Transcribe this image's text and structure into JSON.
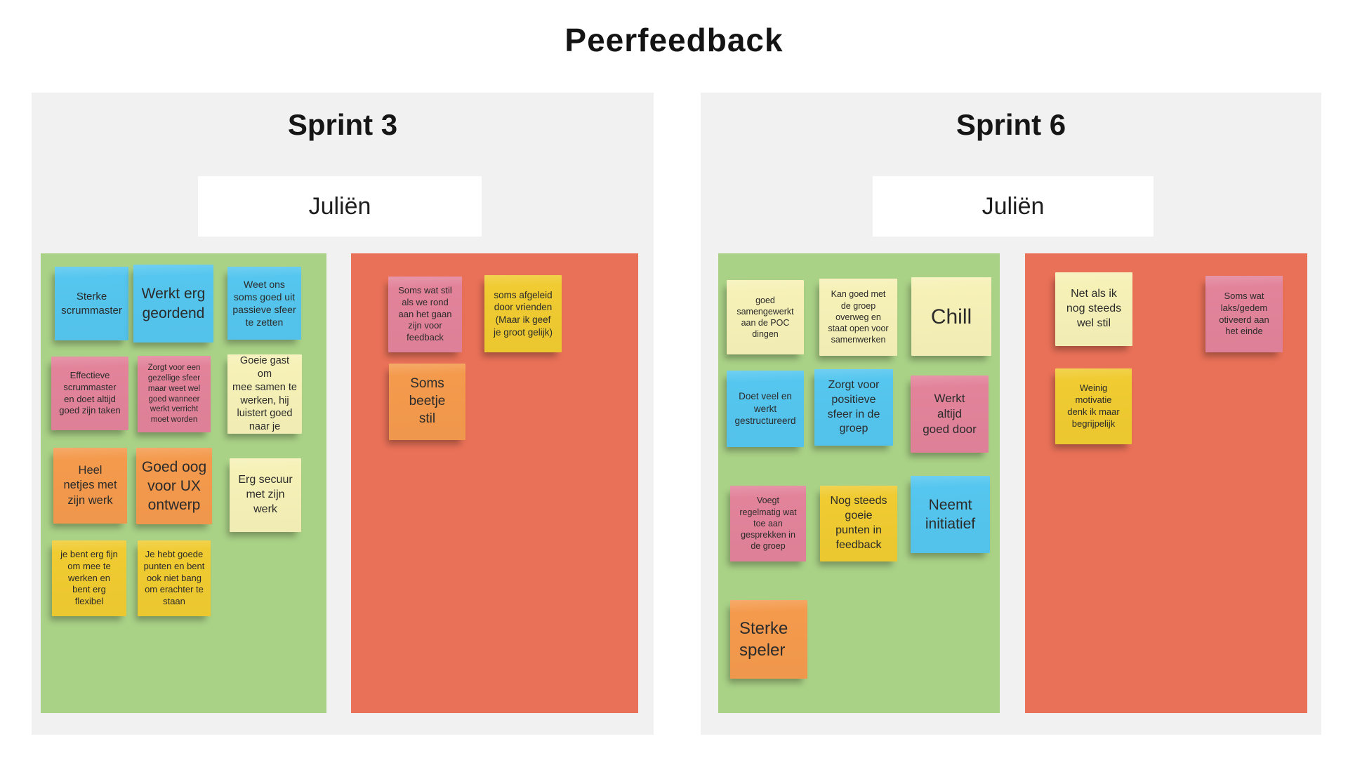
{
  "title": "Peerfeedback",
  "palette": {
    "note_blue": "#55C6EF",
    "note_pink": "#E2839A",
    "note_orange": "#F49A4D",
    "note_gold": "#F0CB31",
    "note_cream": "#F6F1B7",
    "positive_panel_green": "#AAD287",
    "negative_panel_salmon": "#E97158",
    "section_background": "#F1F1F1"
  },
  "sprint3": {
    "heading": "Sprint 3",
    "person": "Juliën",
    "positive": [
      {
        "text": "Sterke\nscrummaster",
        "color": "blue"
      },
      {
        "text": "Werkt erg\ngeordend",
        "color": "blue"
      },
      {
        "text": "Weet ons\nsoms goed uit\npassieve sfeer\nte zetten",
        "color": "blue"
      },
      {
        "text": "Effectieve\nscrummaster\nen doet altijd\ngoed zijn taken",
        "color": "pink"
      },
      {
        "text": "Zorgt voor een\ngezellige sfeer\nmaar weet wel\ngoed wanneer\nwerkt verricht\nmoet worden",
        "color": "pink"
      },
      {
        "text": "Goeie gast om\nmee samen te\nwerken, hij\nluistert goed\nnaar je",
        "color": "cream"
      },
      {
        "text": "Heel\nnetjes met\nzijn werk",
        "color": "orange"
      },
      {
        "text": "Goed oog\nvoor UX\nontwerp",
        "color": "orange"
      },
      {
        "text": "Erg secuur\nmet zijn\nwerk",
        "color": "cream"
      },
      {
        "text": "je bent erg fijn\nom mee te\nwerken en\nbent erg\nflexibel",
        "color": "gold"
      },
      {
        "text": "Je hebt goede\npunten en bent\nook niet bang\nom erachter te\nstaan",
        "color": "gold"
      }
    ],
    "negative": [
      {
        "text": "Soms wat stil\nals we rond\naan het gaan\nzijn voor\nfeedback",
        "color": "pink"
      },
      {
        "text": "soms afgeleid\ndoor vrienden\n(Maar ik geef\nje groot gelijk)",
        "color": "gold"
      },
      {
        "text": "Soms\nbeetje\nstil",
        "color": "orange"
      }
    ]
  },
  "sprint6": {
    "heading": "Sprint 6",
    "person": "Juliën",
    "positive": [
      {
        "text": "goed\nsamengewerkt\naan de POC\ndingen",
        "color": "cream"
      },
      {
        "text": "Kan goed met\nde groep\noverweg en\nstaat open voor\nsamenwerken",
        "color": "cream"
      },
      {
        "text": "Chill",
        "color": "cream"
      },
      {
        "text": "Doet veel en\nwerkt\ngestructureerd",
        "color": "blue"
      },
      {
        "text": "Zorgt voor\npositieve\nsfeer in de\ngroep",
        "color": "blue"
      },
      {
        "text": "Werkt\naltijd\ngoed door",
        "color": "pink"
      },
      {
        "text": "Voegt\nregelmatig wat\ntoe aan\ngesprekken in\nde groep",
        "color": "pink"
      },
      {
        "text": "Nog steeds\ngoeie\npunten in\nfeedback",
        "color": "gold"
      },
      {
        "text": "Neemt\ninitiatief",
        "color": "blue"
      },
      {
        "text": "Sterke\nspeler",
        "color": "orange"
      }
    ],
    "negative": [
      {
        "text": "Net als ik\nnog steeds\nwel stil",
        "color": "cream"
      },
      {
        "text": "Soms wat\nlaks/gedem\notiveerd aan\nhet einde",
        "color": "pink"
      },
      {
        "text": "Weinig\nmotivatie\ndenk ik maar\nbegrijpelijk",
        "color": "gold"
      }
    ]
  }
}
